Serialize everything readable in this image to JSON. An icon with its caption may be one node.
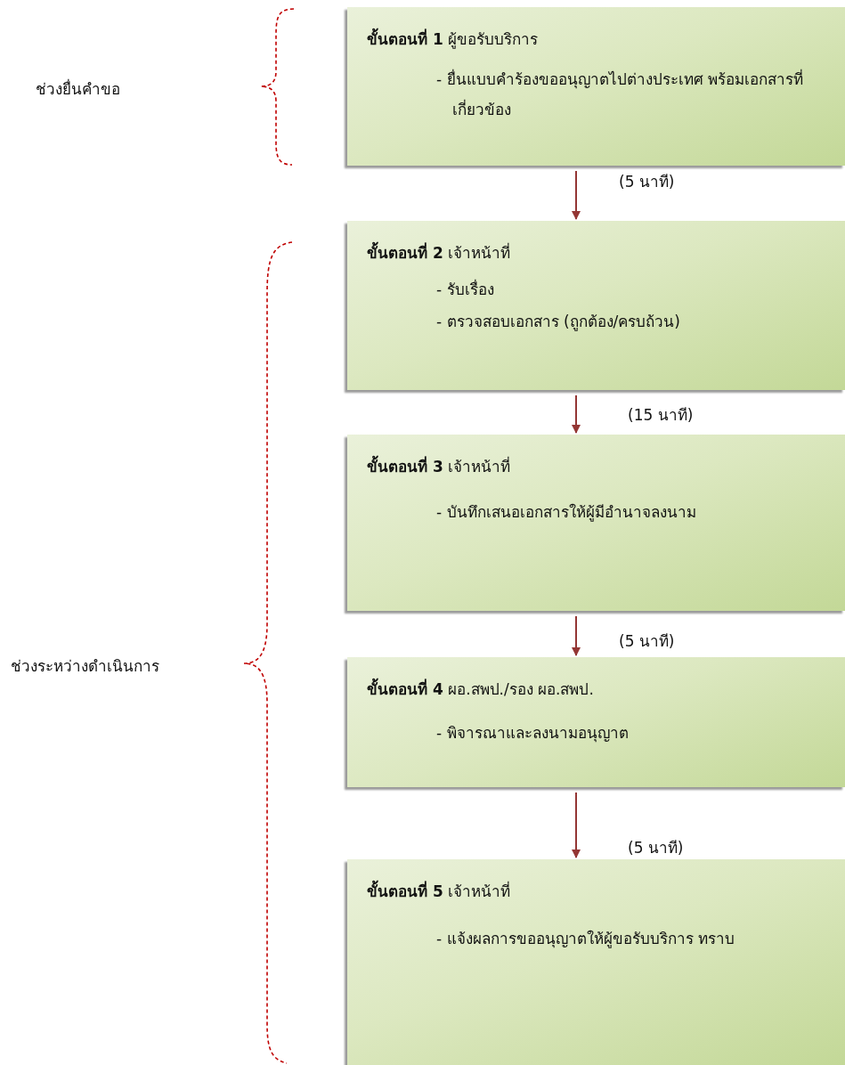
{
  "diagram": {
    "nodes": [
      {
        "text": [
          "**ขั้นตอนที่ 1** ผู้ขอรับบริการ",
          "- ยื่นแบบคำร้องขออนุญาตไปต่างประเทศ พร้อมเอกสารที่เกี่ยวข้อง"
        ]
      },
      {
        "text": [
          "**ขั้นตอนที่ 2** เจ้าหน้าที่",
          "- รับเรื่อง",
          "- ตรวจสอบเอกสาร (ถูกต้อง/ครบถ้วน)"
        ]
      },
      {
        "text": [
          "**ขั้นตอนที่ 3** เจ้าหน้าที่",
          "- บันทึกเสนอเอกสารให้ผู้มีอำนาจลงนาม"
        ]
      },
      {
        "text": [
          "**ขั้นตอนที่ 4** ผอ.สพป./รอง ผอ.สพป.",
          "- พิจารณาและลงนามอนุญาต"
        ]
      },
      {
        "text": [
          "**ขั้นตอนที่ 5** เจ้าหน้าที่",
          "- แจ้งผลการขออนุญาตให้ผู้ขอรับบริการ ทราบ"
        ]
      }
    ],
    "edges": [
      {
        "from": 0,
        "to": 1,
        "arrow": "to",
        "label": "(5 นาที)"
      },
      {
        "from": 1,
        "to": 2,
        "arrow": "to",
        "label": "(15 นาที)"
      },
      {
        "from": 2,
        "to": 3,
        "arrow": "to",
        "label": "(5 นาที)"
      },
      {
        "from": 3,
        "to": 4,
        "arrow": "to",
        "label": "(5 นาที)"
      }
    ],
    "labels": [
      "ช่วงยื่นคำขอ",
      "ช่วงระหว่างดำเนินการ"
    ]
  }
}
